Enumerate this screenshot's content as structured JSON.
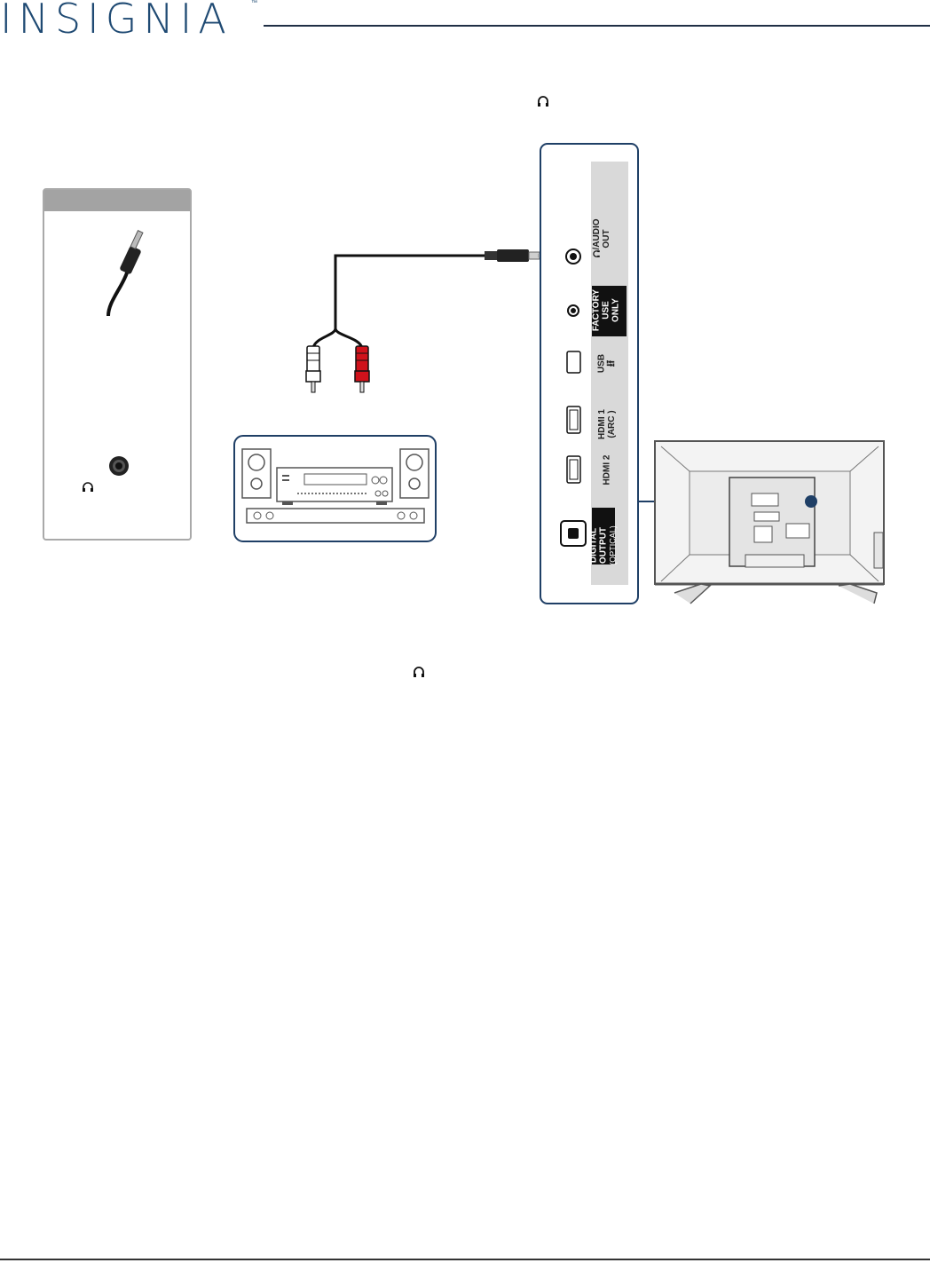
{
  "header": {
    "brand": "INSIGNIA",
    "trademark": "™"
  },
  "icons": {
    "headphone": "headphone-icon",
    "usb": "usb-icon"
  },
  "colors": {
    "brand_blue": "#1f4a73",
    "frame_blue": "#1f3f66",
    "label_strip": "#d9d9d9",
    "rca_red": "#d0121b",
    "rca_white": "#ffffff"
  },
  "tv_panel": {
    "ports": [
      {
        "id": "audio-out",
        "label_line1": "/AUDIO",
        "label_line2": "OUT"
      },
      {
        "id": "factory",
        "label_line1": "FACTORY",
        "label_line2": "USE",
        "label_line3": "ONLY"
      },
      {
        "id": "usb",
        "label_line1": "USB"
      },
      {
        "id": "hdmi1",
        "label_line1": "HDMI 1",
        "label_line2": "(ARC )"
      },
      {
        "id": "hdmi2",
        "label_line1": "HDMI 2"
      },
      {
        "id": "optical",
        "label_line1": "DIGITAL",
        "label_line2": "OUTPUT",
        "label_line3": "(OPTICAL)"
      }
    ]
  }
}
